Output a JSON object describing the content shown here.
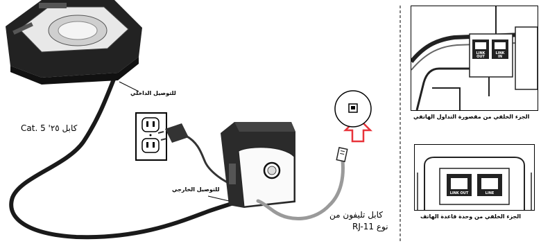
{
  "labels": {
    "internal_connection": "للتوصيل الداخلي",
    "external_connection": "للتوصيل الخارجي",
    "cat5_cable": "كابل ٢٥' Cat. 5",
    "phone_cable_line1": "كابل تليفون من",
    "phone_cable_line2": "نوع RJ-11"
  },
  "panel_top": {
    "caption": "الجزء الخلفي من مقصورة التداول الهاتفي",
    "jack_link_out": "LINK\nOUT",
    "jack_link_in": "LINK\nIN"
  },
  "panel_bottom": {
    "caption": "الجزء الخلفي من وحدة قاعدة الهاتف",
    "jack_link_out": "LINK OUT",
    "jack_line": "LINE"
  },
  "colors": {
    "arrow": "#e8333a",
    "device_dark": "#2b2b2b",
    "cable_black": "#1a1a1a",
    "cable_grey": "#9a9a9a"
  }
}
